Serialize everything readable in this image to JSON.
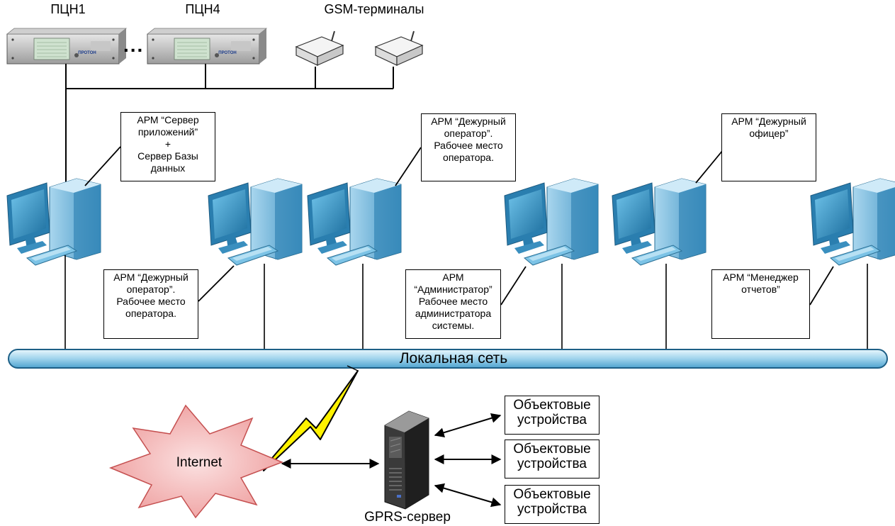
{
  "devices": {
    "ptsn1": "ПЦН1",
    "ptsn4": "ПЦН4",
    "ellipsis": "...",
    "gsm": "GSM-терминалы",
    "panel_brand": "ПРОТОН"
  },
  "workstations": {
    "app_server": "АРМ “Сервер\nприложений”\n+\nСервер Базы\nданных",
    "duty_operator_1": "АРМ “Дежурный\nоператор”.\nРабочее место\nоператора.",
    "duty_operator_2": "АРМ “Дежурный\nоператор”.\nРабочее место\nоператора.",
    "administrator": "АРМ\n“Администратор”\nРабочее место\nадминистратора\nсистемы.",
    "duty_officer": "АРМ “Дежурный\nофицер”",
    "report_manager": "АРМ “Менеджер\nотчетов”"
  },
  "network": {
    "lan": "Локальная сеть",
    "internet": "Internet",
    "gprs_server": "GPRS-сервер"
  },
  "object_devices": [
    "Объектовые\nустройства",
    "Объектовые\nустройства",
    "Объектовые\nустройства"
  ],
  "colors": {
    "lan_fill": "#bfe3f3",
    "internet_fill": "#f2b3b3",
    "internet_stroke": "#c55050",
    "monitor_blue": "#2f8fbf",
    "tower_blue": "#5fb0d8",
    "lightning": "#ffee00"
  }
}
